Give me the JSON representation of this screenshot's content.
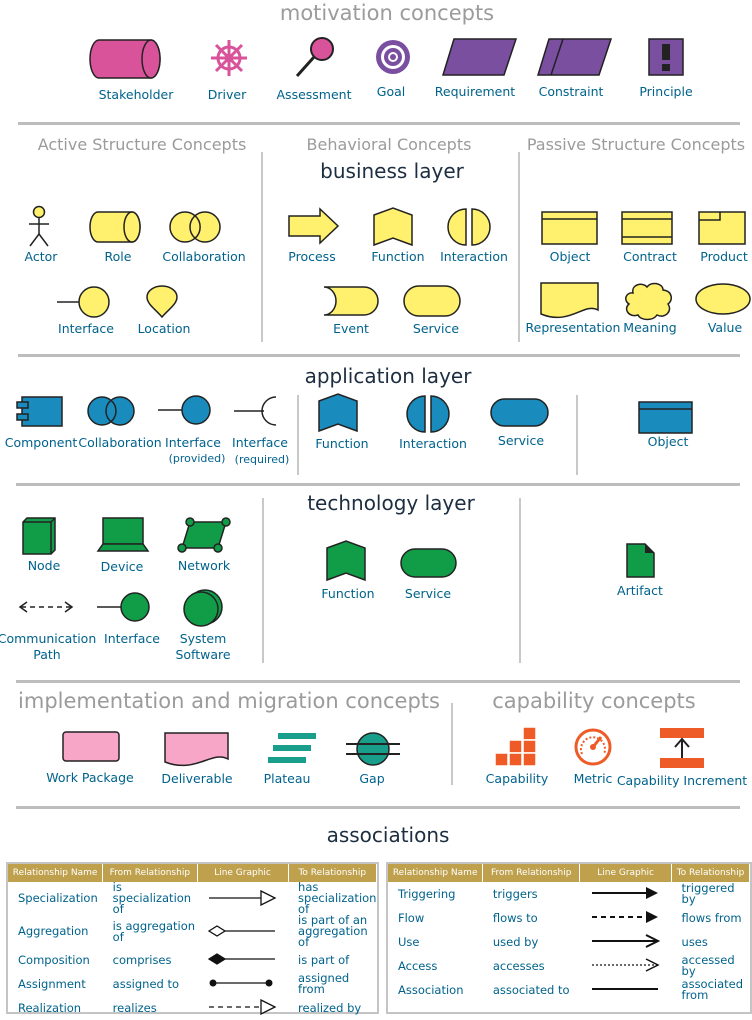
{
  "motivation": {
    "title": "motivation concepts",
    "items": [
      "Stakeholder",
      "Driver",
      "Assessment",
      "Goal",
      "Requirement",
      "Constraint",
      "Principle"
    ]
  },
  "columns": {
    "active": "Active Structure Concepts",
    "behavioral": "Behavioral Concepts",
    "passive": "Passive Structure Concepts"
  },
  "business": {
    "title": "business layer",
    "active": [
      "Actor",
      "Role",
      "Collaboration",
      "Interface",
      "Location"
    ],
    "behavioral": [
      "Process",
      "Function",
      "Interaction",
      "Event",
      "Service"
    ],
    "passive": [
      "Object",
      "Contract",
      "Product",
      "Representation",
      "Meaning",
      "Value"
    ]
  },
  "application": {
    "title": "application layer",
    "active": [
      "Component",
      "Collaboration",
      "Interface",
      "Interface"
    ],
    "active_sub": [
      "(provided)",
      "(required)"
    ],
    "behavioral": [
      "Function",
      "Interaction",
      "Service"
    ],
    "passive": [
      "Object"
    ]
  },
  "technology": {
    "title": "technology layer",
    "active": [
      "Node",
      "Device",
      "Network",
      "Communication",
      "Path",
      "Interface",
      "System",
      "Software"
    ],
    "behavioral": [
      "Function",
      "Service"
    ],
    "passive": [
      "Artifact"
    ]
  },
  "implementation": {
    "title": "implementation and migration concepts",
    "items": [
      "Work Package",
      "Deliverable",
      "Plateau",
      "Gap"
    ]
  },
  "capability": {
    "title": "capability concepts",
    "items": [
      "Capability",
      "Metric",
      "Capability Increment"
    ]
  },
  "associations": {
    "title": "associations",
    "headers": [
      "Relationship Name",
      "From Relationship",
      "Line Graphic",
      "To Relationship"
    ],
    "left": [
      {
        "name": "Specialization",
        "from": "is specialization of",
        "to": "has specialization of"
      },
      {
        "name": "Aggregation",
        "from": "is aggregation of",
        "to": "is part of an aggregation of"
      },
      {
        "name": "Composition",
        "from": "comprises",
        "to": "is part of"
      },
      {
        "name": "Assignment",
        "from": "assigned to",
        "to": "assigned from"
      },
      {
        "name": "Realization",
        "from": "realizes",
        "to": "realized by"
      }
    ],
    "right": [
      {
        "name": "Triggering",
        "from": "triggers",
        "to": "triggered by"
      },
      {
        "name": "Flow",
        "from": "flows to",
        "to": "flows from"
      },
      {
        "name": "Use",
        "from": "used by",
        "to": "uses"
      },
      {
        "name": "Access",
        "from": "accesses",
        "to": "accessed by"
      },
      {
        "name": "Association",
        "from": "associated to",
        "to": "associated from"
      }
    ]
  },
  "colors": {
    "motivation_pink": "#d9539a",
    "motivation_purple": "#7a4fa0",
    "business_yellow": "#fff06d",
    "application_blue": "#1a8bbd",
    "technology_green": "#119c48",
    "implementation_pink": "#f7a6c7",
    "implementation_teal": "#1a9e8c",
    "capability_orange": "#ee5b26",
    "label_blue": "#00628c",
    "table_header": "#bfa14d"
  }
}
